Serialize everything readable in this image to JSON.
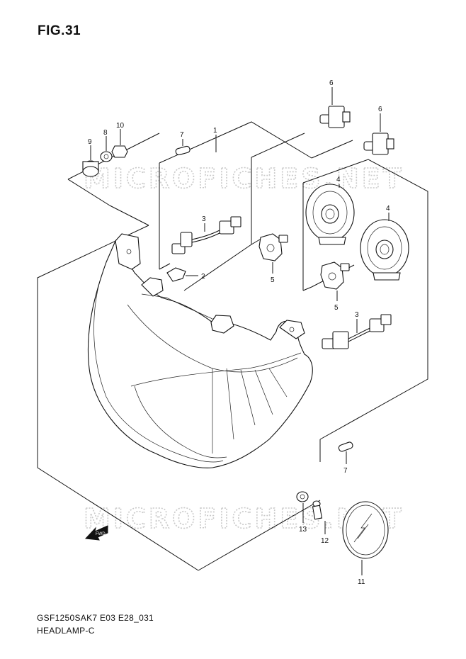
{
  "figure": {
    "title": "FIG.31",
    "model_code": "GSF1250SAK7 E03 E28_031",
    "section": "HEADLAMP-C"
  },
  "watermark": {
    "text": "MICROFICHES.NET"
  },
  "fwd_arrow": {
    "label": "FWD"
  },
  "callouts": {
    "c1": "1",
    "c2": "2",
    "c3a": "3",
    "c3b": "3",
    "c4a": "4",
    "c4b": "4",
    "c5a": "5",
    "c5b": "5",
    "c6a": "6",
    "c6b": "6",
    "c7a": "7",
    "c7b": "7",
    "c8": "8",
    "c9": "9",
    "c10": "10",
    "c11": "11",
    "c12": "12",
    "c13": "13"
  }
}
